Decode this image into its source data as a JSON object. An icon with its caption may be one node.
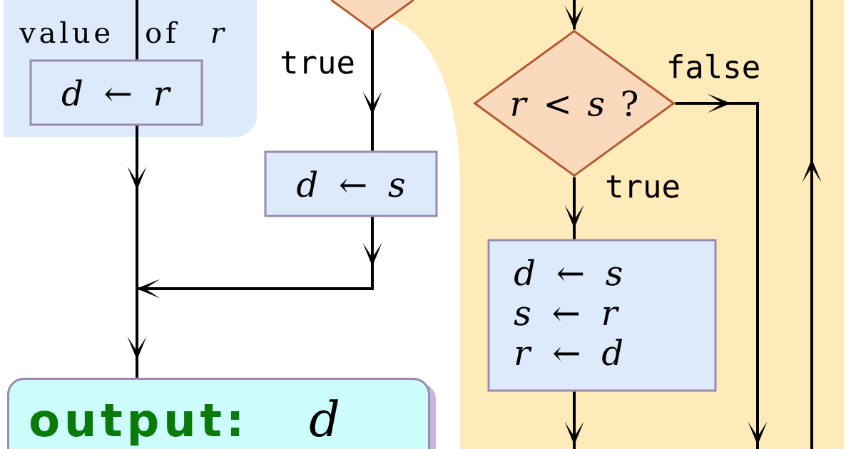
{
  "diagram": {
    "nodes": [
      {
        "text": [
          "value of *r*"
        ]
      },
      {
        "text": [
          "*d* ← *r*"
        ],
        "in": 0
      },
      {
        "text": [],
        "shape": "diamond"
      },
      {
        "text": [],
        "shape": "band"
      },
      {
        "text": [
          "*r* < *s* ?"
        ],
        "in": 3
      },
      {
        "text": [
          "*d* ← *s*"
        ]
      },
      {
        "text": [
          "*d* ← *s*",
          "*s* ← *r*",
          "*r* ← *d*"
        ],
        "in": 3
      },
      {
        "text": [
          "output:",
          "d"
        ]
      }
    ],
    "edges": [
      {
        "from": null,
        "to": 1,
        "arrow": "none"
      },
      {
        "from": 1,
        "to": 7,
        "arrow": "to"
      },
      {
        "from": 2,
        "to": 5,
        "label": "true",
        "arrow": "to"
      },
      {
        "from": 5,
        "to": 7,
        "arrow": "to"
      },
      {
        "from": null,
        "to": 4,
        "arrow": "to"
      },
      {
        "from": 4,
        "to": 6,
        "label": "true",
        "arrow": "to"
      },
      {
        "from": 4,
        "to": null,
        "label": "false",
        "arrow": "to"
      },
      {
        "from": 6,
        "to": null,
        "arrow": "to"
      }
    ]
  }
}
